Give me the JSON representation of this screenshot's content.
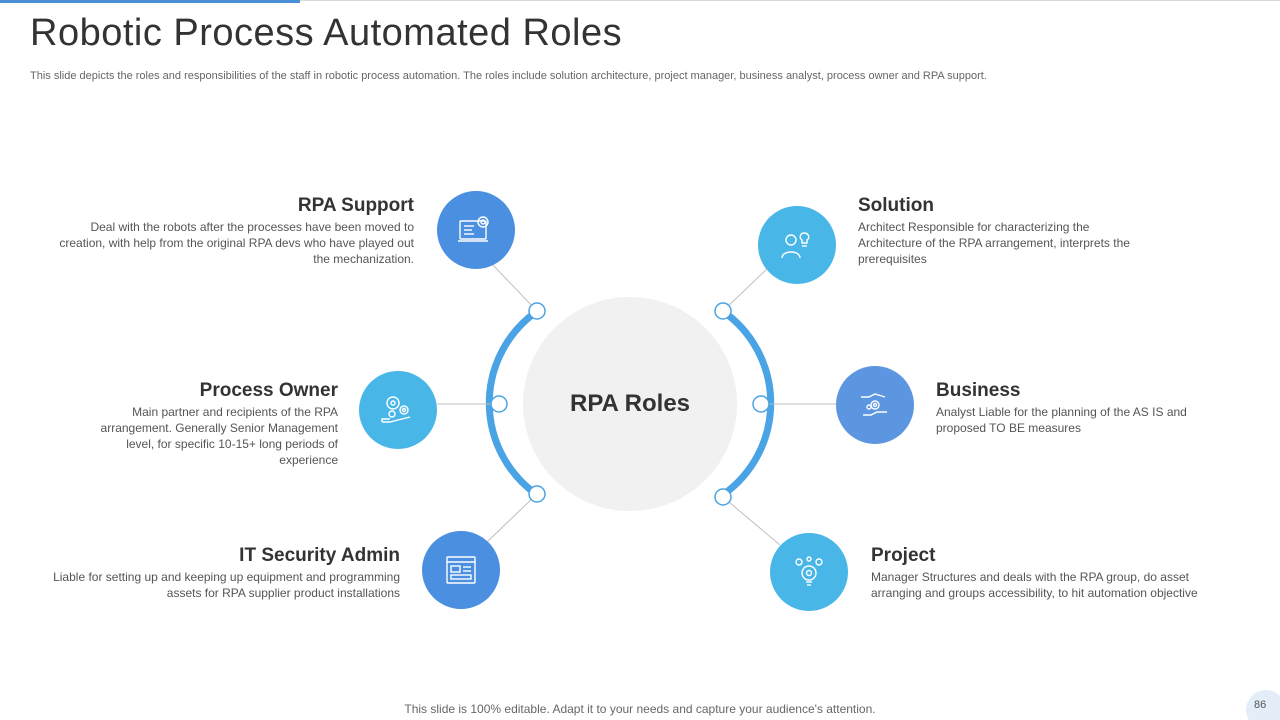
{
  "slide": {
    "title": "Robotic Process Automated Roles",
    "subtitle": "This slide depicts the roles and responsibilities of the staff in robotic process automation. The roles include solution architecture, project manager, business analyst, process owner and RPA support.",
    "center_label": "RPA Roles",
    "footer": "This slide is 100% editable. Adapt it to your needs and capture your audience's attention.",
    "page_number": "86"
  },
  "colors": {
    "blue_dark": "#4a8fe0",
    "blue_medium": "#53a7e6",
    "blue_light": "#49b6e8",
    "arc": "#4aa3e4",
    "center_fill": "#f1f1f1",
    "connector": "#bfbfbf"
  },
  "roles": {
    "rpa_support": {
      "title": "RPA Support",
      "description": "Deal with the robots after the processes have been moved to creation, with help from the original RPA devs who have played out the mechanization.",
      "icon": "computer-gear-icon"
    },
    "process_owner": {
      "title": "Process Owner",
      "description": "Main partner and recipients of the RPA arrangement. Generally Senior Management level, for specific 10-15+ long periods of experience",
      "icon": "gears-hand-icon"
    },
    "it_security_admin": {
      "title": "IT Security Admin",
      "description": "Liable for setting up and keeping up equipment and programming assets for RPA supplier product installations",
      "icon": "browser-window-icon"
    },
    "solution": {
      "title": "Solution",
      "description": "Architect Responsible for characterizing the Architecture of the RPA arrangement, interprets the prerequisites",
      "icon": "person-idea-icon"
    },
    "business": {
      "title": "Business",
      "description": "Analyst Liable for the planning of the AS IS and proposed TO BE measures",
      "icon": "handshake-gear-icon"
    },
    "project": {
      "title": "Project",
      "description": "Manager Structures and deals with the RPA group, do asset arranging and groups accessibility, to hit automation objective",
      "icon": "lightbulb-gear-icon"
    }
  }
}
